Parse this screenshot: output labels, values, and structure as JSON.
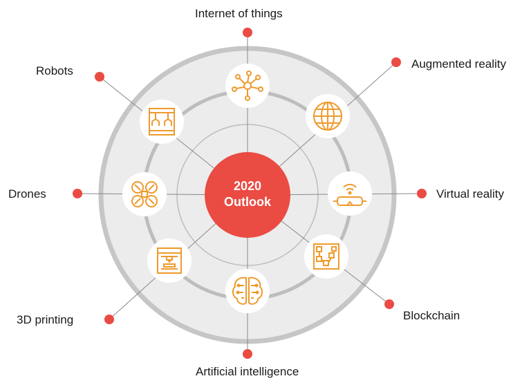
{
  "center": {
    "line1": "2020",
    "line2": "Outlook"
  },
  "topics": [
    {
      "label": "Internet of things",
      "icon": "network-node-icon"
    },
    {
      "label": "Augmented reality",
      "icon": "globe-icon"
    },
    {
      "label": "Virtual reality",
      "icon": "vr-headset-icon"
    },
    {
      "label": "Blockchain",
      "icon": "blockchain-blocks-icon"
    },
    {
      "label": "Artificial intelligence",
      "icon": "brain-circuit-icon"
    },
    {
      "label": "3D printing",
      "icon": "3d-printer-icon"
    },
    {
      "label": "Drones",
      "icon": "drone-icon"
    },
    {
      "label": "Robots",
      "icon": "robot-arm-icon"
    }
  ],
  "colors": {
    "accent_red": "#ea4b43",
    "icon_orange": "#ee9a2c",
    "ring_grey": "#bdbdbd",
    "fill_grey": "#ececec"
  }
}
